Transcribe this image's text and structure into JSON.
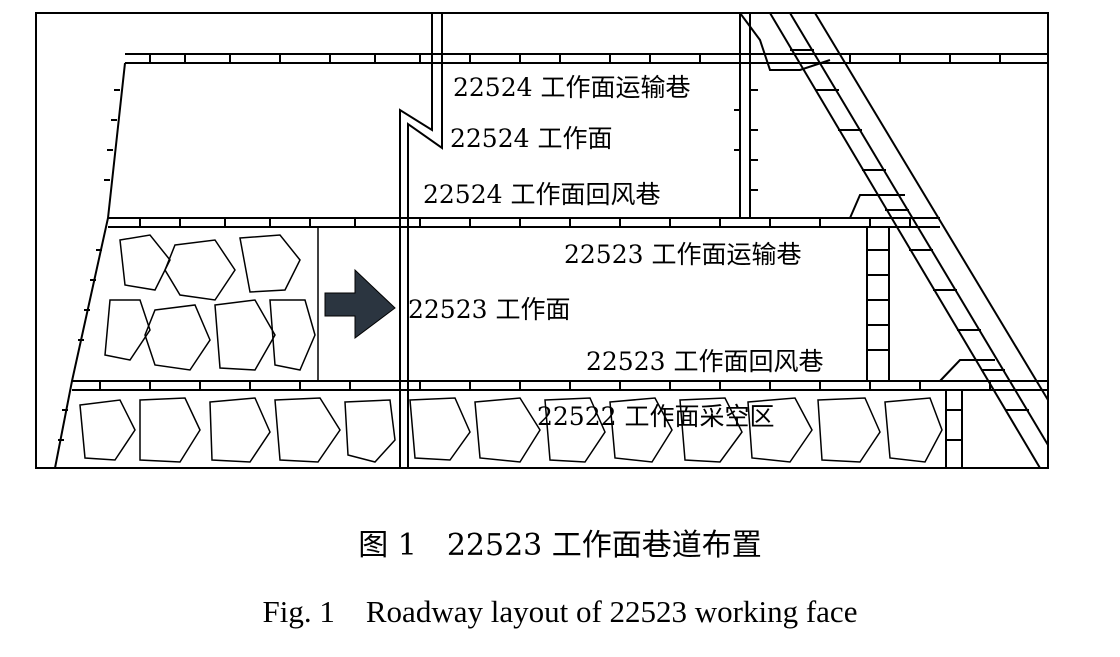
{
  "labels": {
    "face_22524_transport": "22524 工作面运输巷",
    "face_22524": "22524 工作面",
    "face_22524_return": "22524 工作面回风巷",
    "face_22523_transport": "22523 工作面运输巷",
    "face_22523": "22523 工作面",
    "face_22523_return": "22523 工作面回风巷",
    "goaf_22522": "22522 工作面采空区"
  },
  "caption": {
    "cn": "图 1　22523 工作面巷道布置",
    "en": "Fig. 1　Roadway layout of 22523 working face"
  }
}
